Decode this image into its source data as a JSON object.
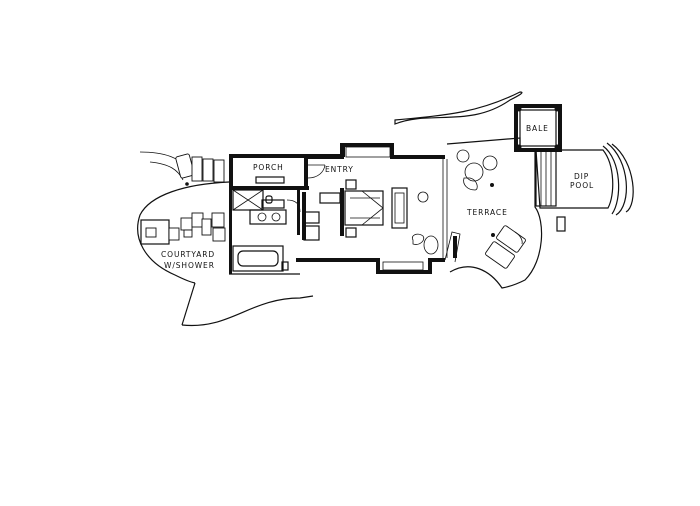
{
  "plan": {
    "labels": {
      "porch": "PORCH",
      "entry": "ENTRY",
      "bale": "BALE",
      "dip_pool_line1": "DIP",
      "dip_pool_line2": "POOL",
      "terrace": "TERRACE",
      "courtyard_line1": "COURTYARD",
      "courtyard_line2": "W/SHOWER"
    },
    "colors": {
      "ink": "#111111",
      "paper": "#ffffff"
    }
  }
}
